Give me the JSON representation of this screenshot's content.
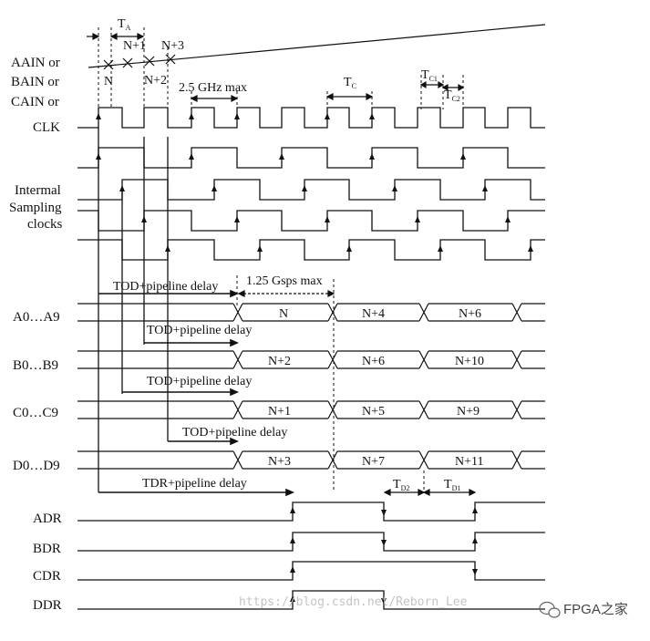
{
  "labels": {
    "input_line1": "AAIN or",
    "input_line2": "BAIN or",
    "input_line3": "CAIN or",
    "clk": "CLK",
    "internal_line1": "Intermal",
    "internal_line2": "Sampling",
    "internal_line3": "clocks",
    "bus_a": "A0…A9",
    "bus_b": "B0…B9",
    "bus_c": "C0…C9",
    "bus_d": "D0…D9",
    "adr": "ADR",
    "bdr": "BDR",
    "cdr": "CDR",
    "ddr": "DDR"
  },
  "annotations": {
    "ta": "T",
    "ta_sub": "A",
    "sample_n": "N",
    "sample_n1": "N+1",
    "sample_n2": "N+2",
    "sample_n3": "N+3",
    "clk_max": "2.5 GHz max",
    "tc": "T",
    "tc_sub": "C",
    "tc1": "T",
    "tc1_sub": "C1",
    "tc2": "T",
    "tc2_sub": "C2",
    "tod_a": "TOD+pipeline delay",
    "gsps": "1.25 Gsps max",
    "tod_b": "TOD+pipeline delay",
    "tod_c": "TOD+pipeline delay",
    "tod_d": "TOD+pipeline delay",
    "tdr": "TDR+pipeline delay",
    "td2": "T",
    "td2_sub": "D2",
    "td1": "T",
    "td1_sub": "D1"
  },
  "buses": {
    "a": [
      "N",
      "N+4",
      "N+6"
    ],
    "b": [
      "N+2",
      "N+6",
      "N+10"
    ],
    "c": [
      "N+1",
      "N+5",
      "N+9"
    ],
    "d": [
      "N+3",
      "N+7",
      "N+11"
    ]
  },
  "watermark": "https://blog.csdn.net/Reborn_Lee",
  "logo": "FPGA之家",
  "logo_icon": "wechat-icon"
}
